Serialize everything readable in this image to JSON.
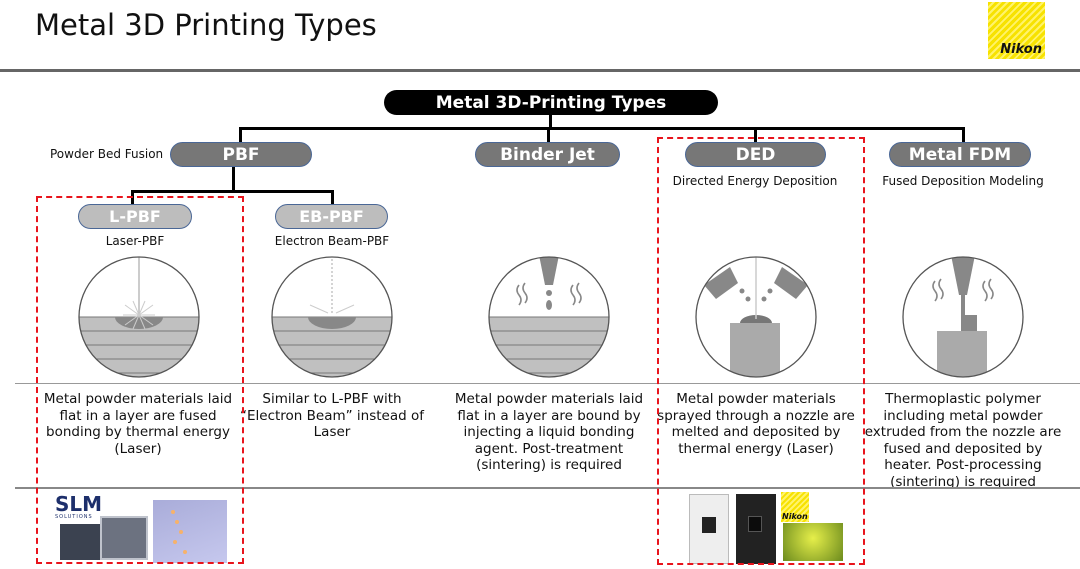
{
  "title": "Metal 3D Printing Types",
  "logo_text": "Nikon",
  "root": "Metal 3D-Printing Types",
  "categories": [
    {
      "label": "PBF",
      "caption": "Powder Bed Fusion"
    },
    {
      "label": "Binder Jet"
    },
    {
      "label": "DED",
      "caption": "Directed Energy Deposition"
    },
    {
      "label": "Metal FDM",
      "caption": "Fused Deposition Modeling"
    }
  ],
  "pbf_children": [
    {
      "label": "L-PBF",
      "caption": "Laser-PBF"
    },
    {
      "label": "EB-PBF",
      "caption": "Electron Beam-PBF"
    }
  ],
  "descriptions": [
    "Metal powder materials laid flat in a layer are fused bonding by thermal energy (Laser)",
    "Similar to L-PBF with “Electron Beam” instead of Laser",
    "Metal powder materials laid flat in a layer are bound by injecting a liquid bonding agent. Post-treatment (sintering) is required",
    "Metal powder materials sprayed through a nozzle are melted and deposited by thermal energy (Laser)",
    "Thermoplastic polymer including metal powder extruded from the nozzle are fused and deposited by heater. Post-processing (sintering) is required"
  ],
  "images": {
    "slm_logo": "SLM",
    "slm_sub": "SOLUTIONS",
    "nikon_small": "Nikon"
  },
  "colors": {
    "highlight": "#e8141c",
    "pill_dark": "#777777",
    "pill_light": "#bdbdbd"
  }
}
